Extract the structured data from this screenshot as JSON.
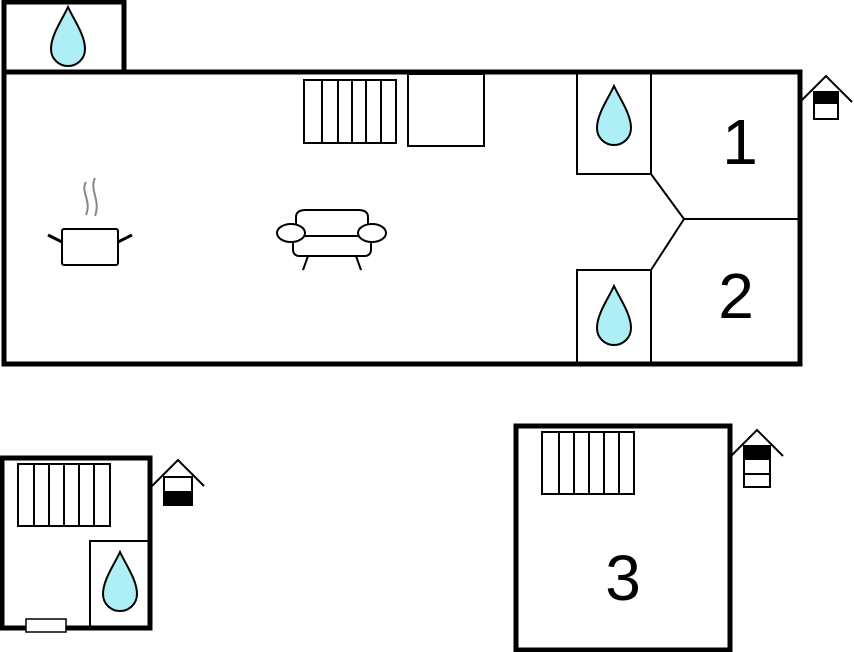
{
  "floorplan": {
    "colors": {
      "water": "#aeeef5",
      "wall": "#000000",
      "background": "#ffffff"
    },
    "rooms": [
      {
        "id": "bedroom-1",
        "label": "1"
      },
      {
        "id": "bedroom-2",
        "label": "2"
      },
      {
        "id": "bedroom-3",
        "label": "3"
      }
    ],
    "icons": [
      "water-drop-icon",
      "radiator-icon",
      "stove-pot-icon",
      "sofa-icon",
      "house-level-icon"
    ]
  }
}
